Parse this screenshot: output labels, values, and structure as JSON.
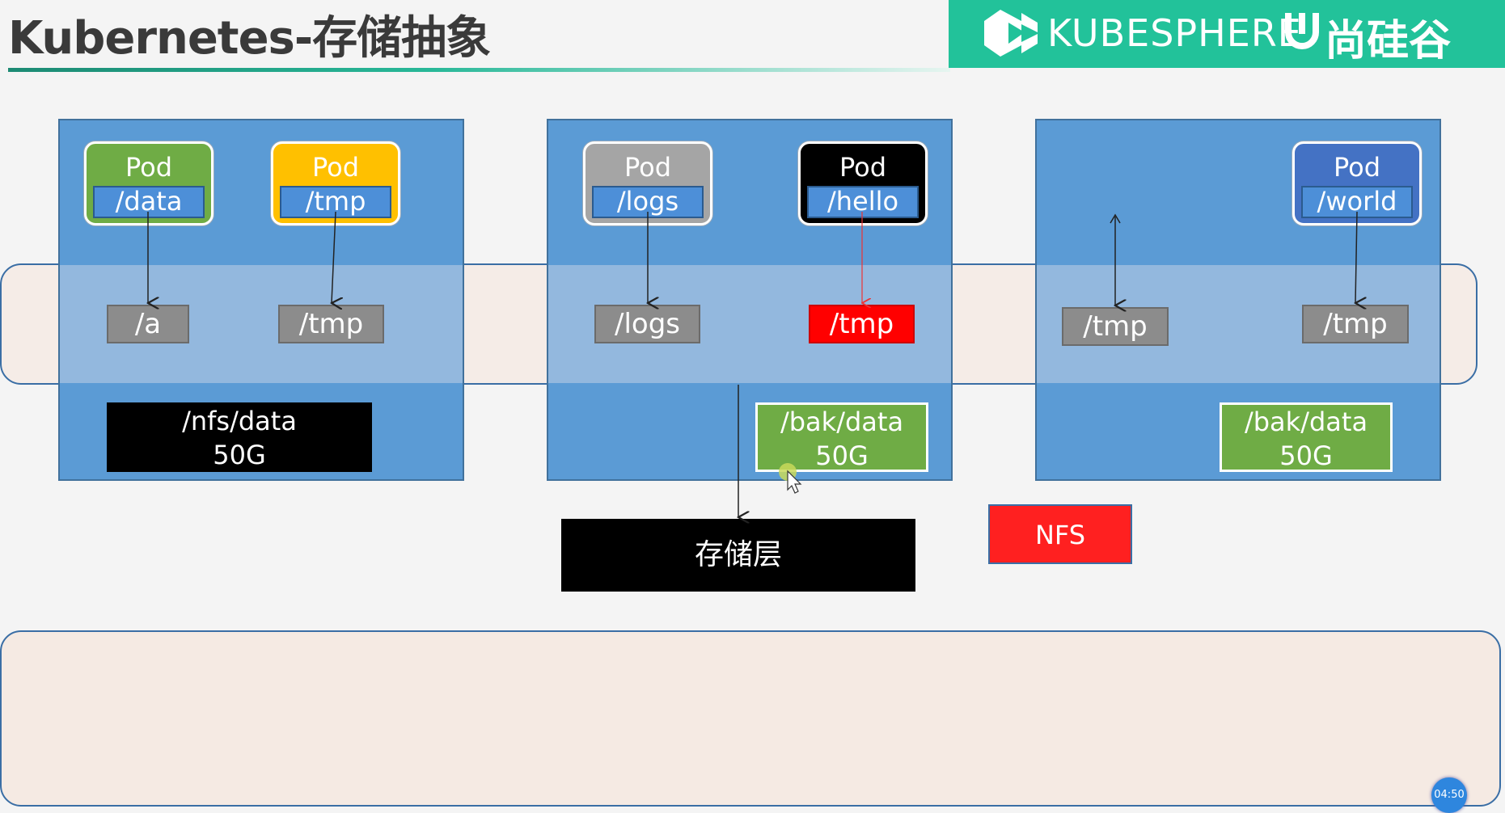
{
  "slide": {
    "title": "Kubernetes-存储抽象",
    "brand": {
      "kubesphere": "KUBESPHERE",
      "partner": "尚硅谷"
    }
  },
  "groups": [
    {
      "pods": [
        {
          "title": "Pod",
          "path": "/data",
          "color": "#6fac45"
        },
        {
          "title": "Pod",
          "path": "/tmp",
          "color": "#ffc000"
        }
      ],
      "volumes": [
        "/a",
        "/tmp"
      ],
      "storage": {
        "line1": "/nfs/data",
        "line2": "50G"
      }
    },
    {
      "pods": [
        {
          "title": "Pod",
          "path": "/logs",
          "color": "#a5a5a5"
        },
        {
          "title": "Pod",
          "path": "/hello",
          "color": "#000000"
        }
      ],
      "volumes": [
        "/logs",
        "/tmp"
      ],
      "storage": {
        "line1": "/bak/data",
        "line2": "50G"
      }
    },
    {
      "pods": [
        {
          "title": "Pod",
          "path": "/world",
          "color": "#4472c4"
        }
      ],
      "volumes": [
        "/tmp",
        "/tmp"
      ],
      "storage": {
        "line1": "/bak/data",
        "line2": "50G"
      }
    }
  ],
  "storage_layer": "存储层",
  "nfs": "NFS",
  "timer": "04:50"
}
